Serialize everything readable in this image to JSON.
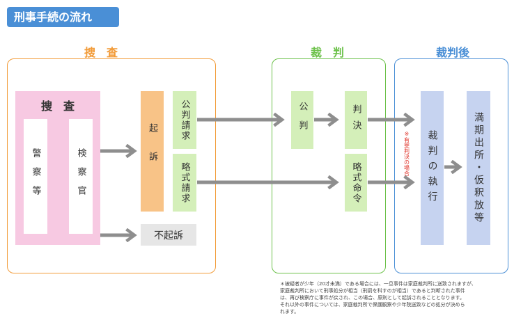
{
  "title": "刑事手続の流れ",
  "sections": {
    "investigation": {
      "label": "捜　査",
      "color": "#f29b38"
    },
    "trial": {
      "label": "裁　判",
      "color": "#6cc14a"
    },
    "post_trial": {
      "label": "裁判後",
      "color": "#4a8fd6"
    }
  },
  "nodes": {
    "investigation_box": "捜　査",
    "police": "警察等",
    "prosecutor": "検察官",
    "indictment": "起訴",
    "formal_request": "公判請求",
    "summary_request": "略式請求",
    "non_prosecution": "不起訴",
    "public_trial": "公判",
    "judgment": "判決",
    "summary_order": "略式命令",
    "guilty_note": "※有罪判決の場合",
    "execution": "裁判の執行",
    "release": "満期出所・仮釈放等"
  },
  "footnote": [
    "＊被疑者が少年（20才未満）である場合には、一旦事件は家庭裁判所に送致されますが、",
    "家庭裁判所において刑事処分が相当（刑罰を科すのが相当）であると判断された事件",
    "は、再び検察庁に事件が戻され、この場合、原則として起訴されることとなります。",
    "それ以外の事件については、家庭裁判所で保護観察や少年院送致などの処分が決めら",
    "れます。"
  ]
}
